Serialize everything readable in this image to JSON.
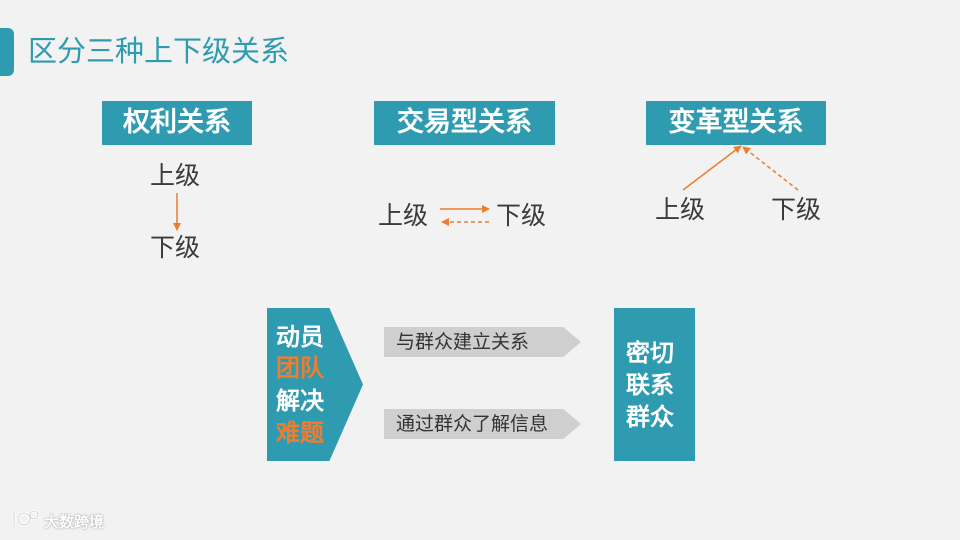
{
  "title": "区分三种上下级关系",
  "colors": {
    "accent": "#2e9bb1",
    "orange": "#ed7d31",
    "grey_arrow": "#cfcfcf",
    "background": "#f2f2f2"
  },
  "categories": [
    {
      "label": "权利关系",
      "upper": "上级",
      "lower": "下级"
    },
    {
      "label": "交易型关系",
      "upper": "上级",
      "lower": "下级"
    },
    {
      "label": "变革型关系",
      "upper": "上级",
      "lower": "下级"
    }
  ],
  "bottom": {
    "left_lines": [
      {
        "text": "动员",
        "color": "white"
      },
      {
        "text": "团队",
        "color": "orange"
      },
      {
        "text": "解决",
        "color": "white"
      },
      {
        "text": "难题",
        "color": "orange"
      }
    ],
    "middle": [
      "与群众建立关系",
      "通过群众了解信息"
    ],
    "right_lines": [
      "密切",
      "联系",
      "群众"
    ]
  },
  "watermark": {
    "text": "大数跨境",
    "icon": "logo-mark-icon"
  }
}
